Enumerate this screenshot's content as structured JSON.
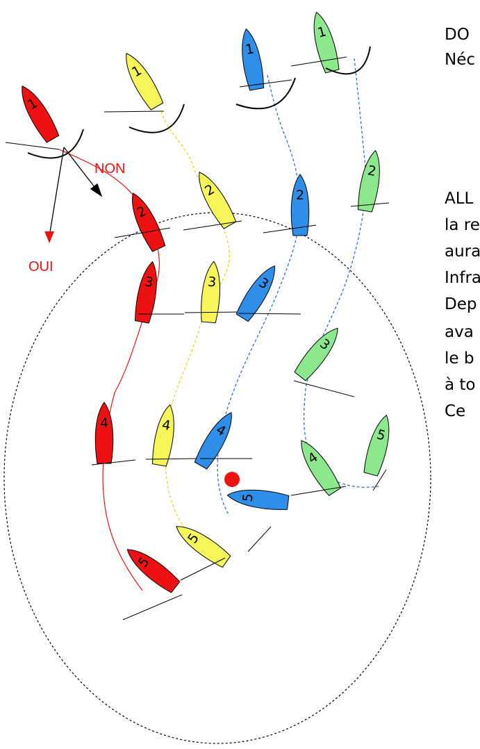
{
  "labels": {
    "non": "NON",
    "oui": "OUI"
  },
  "side_text": {
    "line1": "DO",
    "line2": "Néc",
    "line3": "ALL",
    "line4": "la re",
    "line5": "aura",
    "line6": "Infra",
    "line7": "Dep",
    "line8": "ava",
    "line9": "le b",
    "line10": "à to",
    "line11": "Ce"
  },
  "colors": {
    "red": "#ee1111",
    "yellow": "#f6f65a",
    "blue": "#2e8ee8",
    "green": "#8ce88c",
    "mark": "#ee1111",
    "label": "#ee1111"
  },
  "boats": {
    "red": [
      "1",
      "2",
      "3",
      "4",
      "5"
    ],
    "yellow": [
      "1",
      "2",
      "3",
      "4",
      "5"
    ],
    "blue": [
      "1",
      "2",
      "3",
      "4",
      "5"
    ],
    "green": [
      "1",
      "2",
      "3",
      "4",
      "5"
    ]
  }
}
